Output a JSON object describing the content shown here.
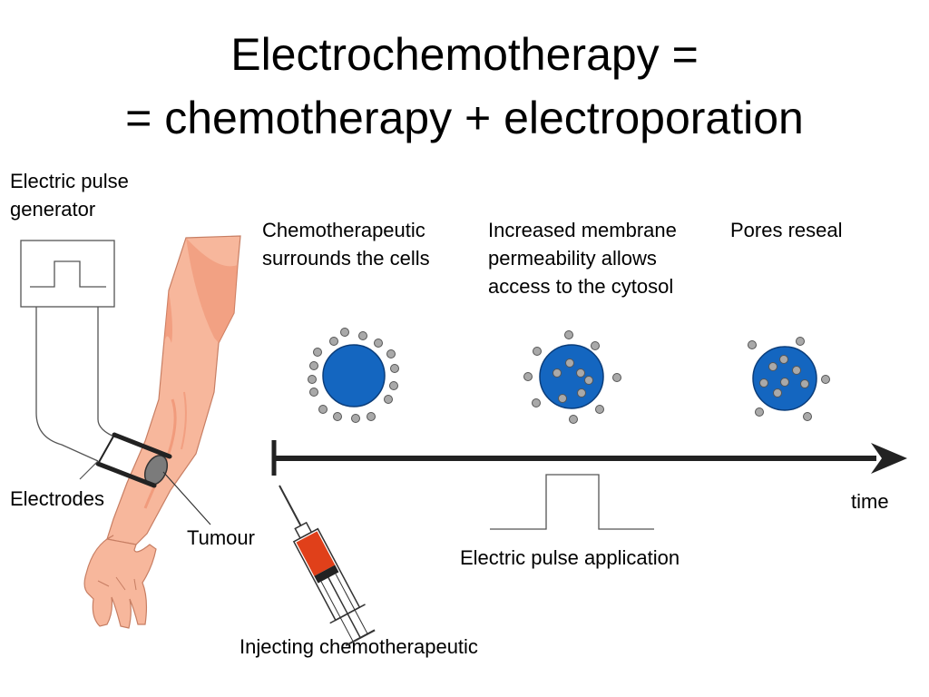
{
  "title": {
    "line1": "Electrochemotherapy =",
    "line2": "= chemotherapy + electroporation"
  },
  "labels": {
    "generator": "Electric pulse\ngenerator",
    "electrodes": "Electrodes",
    "tumour": "Tumour",
    "injecting": "Injecting chemotherapeutic",
    "pulse_application": "Electric pulse application",
    "time": "time"
  },
  "stages": [
    {
      "caption": "Chemotherapeutic\nsurrounds the cells"
    },
    {
      "caption": "Increased membrane\npermeability allows\naccess to the cytosol"
    },
    {
      "caption": "Pores reseal"
    }
  ],
  "colors": {
    "cell_fill": "#1466c0",
    "cell_stroke": "#0b3d7a",
    "drug_particle": "#a9a9a9",
    "skin": "#f7b79c",
    "skin_shadow": "#ee8f6f",
    "syringe_drug": "#e0401a",
    "timeline": "#222222"
  },
  "icons": {
    "generator": "square-pulse-generator-icon",
    "syringe": "syringe-icon",
    "arm": "arm-icon"
  }
}
